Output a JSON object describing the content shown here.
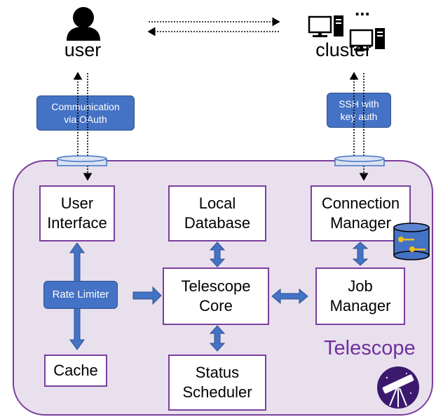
{
  "actors": {
    "user": "user",
    "cluster": "cluster",
    "cluster_more": "..."
  },
  "channels": {
    "oauth": "Communication\nvia OAuth",
    "ssh": "SSH with\nkey auth"
  },
  "components": {
    "user_interface": "User\nInterface",
    "local_database": "Local\nDatabase",
    "connection_manager": "Connection\nManager",
    "telescope_core": "Telescope\nCore",
    "job_manager": "Job\nManager",
    "rate_limiter": "Rate Limiter",
    "cache": "Cache",
    "status_scheduler": "Status\nScheduler"
  },
  "system_name": "Telescope",
  "colors": {
    "purple": "#7a3f9d",
    "brand": "#7030a0",
    "blue": "#4472c4",
    "system_fill": "#e9e0ee"
  },
  "icons": [
    "user-icon",
    "computer-icon",
    "key-database-icon",
    "telescope-logo-icon"
  ]
}
